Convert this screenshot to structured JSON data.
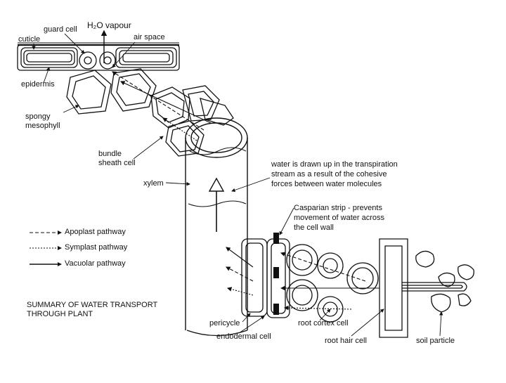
{
  "labels": {
    "guard_cell": "guard cell",
    "h2o_vapour": "H₂O vapour",
    "cuticle": "cuticle",
    "air_space": "air space",
    "epidermis": "epidermis",
    "spongy_mesophyll_1": "spongy",
    "spongy_mesophyll_2": "mesophyll",
    "bundle_sheath_1": "bundle",
    "bundle_sheath_2": "sheath cell",
    "xylem": "xylem",
    "transpiration_1": "water is drawn up in the transpiration",
    "transpiration_2": "stream as a result of the cohesive",
    "transpiration_3": "forces between water molecules",
    "casparian_1": "Casparian strip - prevents",
    "casparian_2": "movement of water across",
    "casparian_3": "the cell wall",
    "pericycle": "pericycle",
    "root_cortex_cell": "root cortex cell",
    "endodermal_cell": "endodermal cell",
    "root_hair_cell": "root hair cell",
    "soil_particle": "soil particle"
  },
  "legend": {
    "apoplast": "Apoplast pathway",
    "symplast": "Symplast pathway",
    "vacuolar": "Vacuolar pathway"
  },
  "summary": {
    "line1": "SUMMARY OF WATER TRANSPORT",
    "line2": "THROUGH PLANT"
  }
}
